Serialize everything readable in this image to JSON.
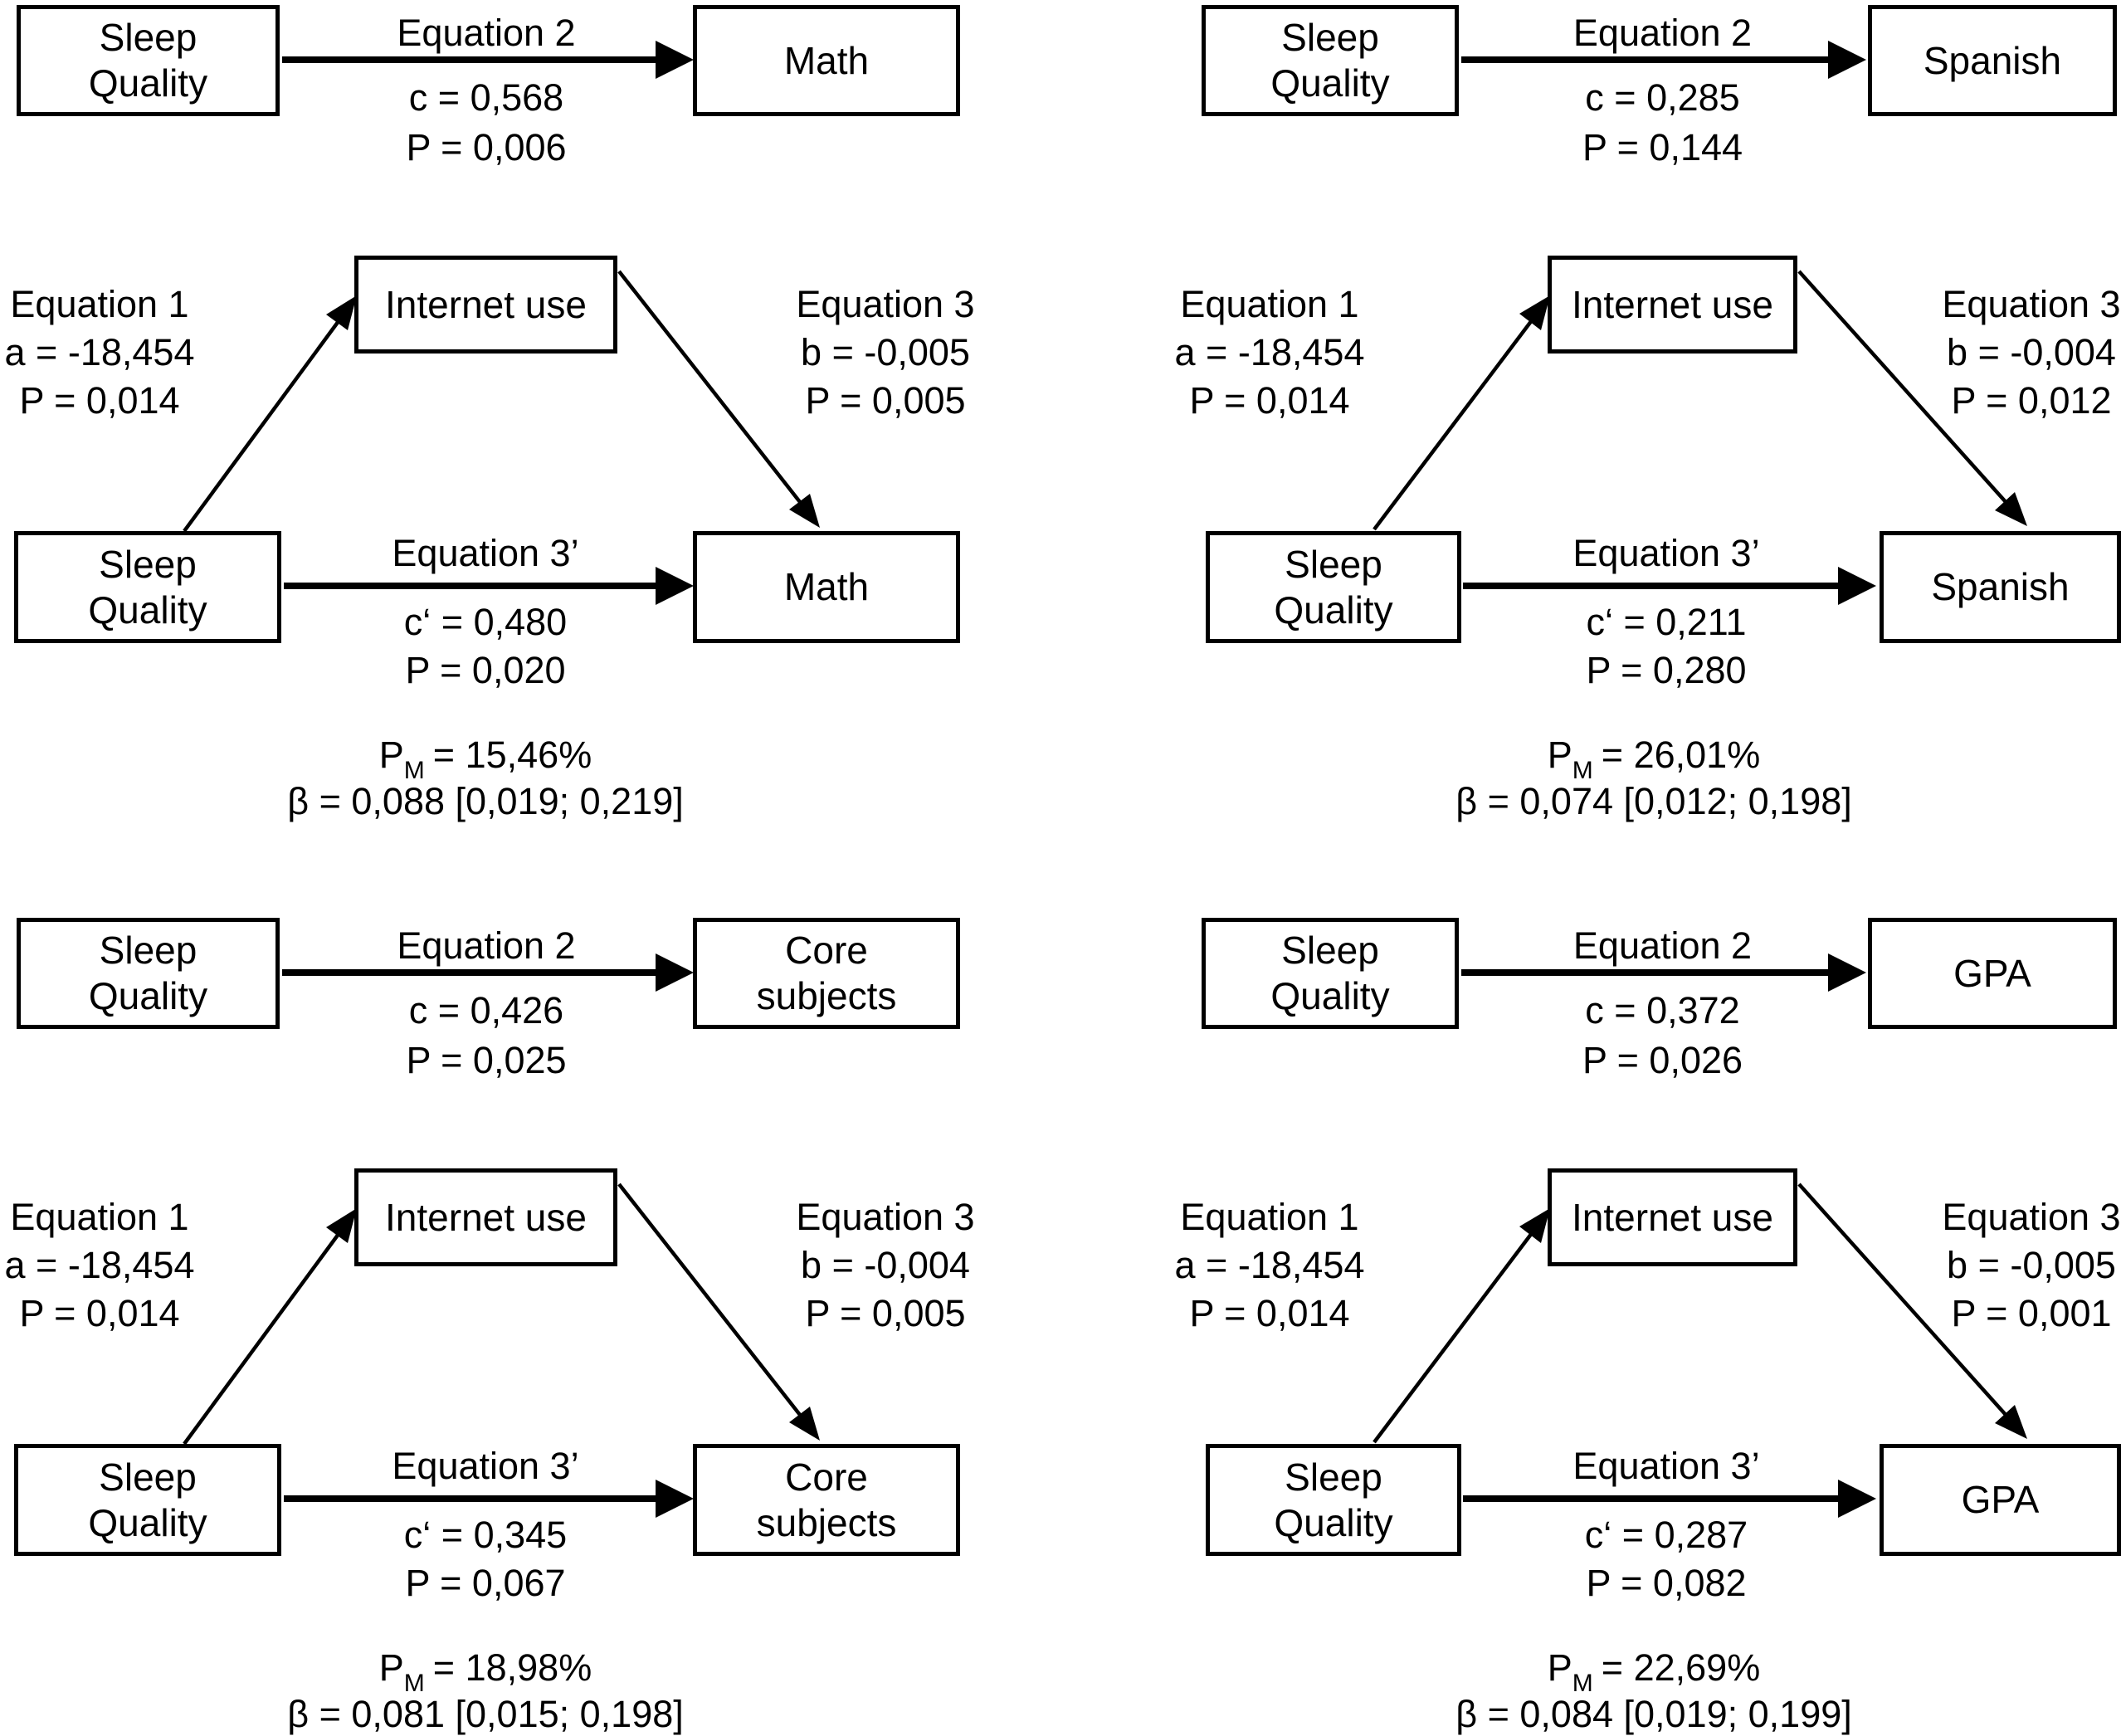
{
  "labels": {
    "sleep_line1": "Sleep",
    "sleep_line2": "Quality",
    "mediator": "Internet use",
    "pm_p": "P",
    "pm_sub": "M"
  },
  "figure": {
    "panels": [
      {
        "outcome_line1": "Math",
        "outcome_line2": "",
        "simple": {
          "equation": "Equation 2",
          "c": "c = 0,568",
          "p": "P = 0,006"
        },
        "eq1": {
          "title": "Equation 1",
          "a": "a = -18,454",
          "p": "P = 0,014"
        },
        "eq3": {
          "title": "Equation 3",
          "b": "b = -0,005",
          "p": "P = 0,005"
        },
        "eq3prime": {
          "title": "Equation 3’",
          "c": "c‘ = 0,480",
          "p": "P = 0,020"
        },
        "pm": "= 15,46%",
        "beta": "β = 0,088 [0,019; 0,219]"
      },
      {
        "outcome_line1": "Spanish",
        "outcome_line2": "",
        "simple": {
          "equation": "Equation 2",
          "c": "c = 0,285",
          "p": "P = 0,144"
        },
        "eq1": {
          "title": "Equation 1",
          "a": "a = -18,454",
          "p": "P = 0,014"
        },
        "eq3": {
          "title": "Equation 3",
          "b": "b = -0,004",
          "p": "P = 0,012"
        },
        "eq3prime": {
          "title": "Equation 3’",
          "c": "c‘ = 0,211",
          "p": "P = 0,280"
        },
        "pm": "= 26,01%",
        "beta": "β = 0,074 [0,012; 0,198]"
      },
      {
        "outcome_line1": "Core",
        "outcome_line2": "subjects",
        "simple": {
          "equation": "Equation 2",
          "c": "c = 0,426",
          "p": "P = 0,025"
        },
        "eq1": {
          "title": "Equation 1",
          "a": "a = -18,454",
          "p": "P = 0,014"
        },
        "eq3": {
          "title": "Equation 3",
          "b": "b = -0,004",
          "p": "P = 0,005"
        },
        "eq3prime": {
          "title": "Equation 3’",
          "c": "c‘ = 0,345",
          "p": "P = 0,067"
        },
        "pm": "= 18,98%",
        "beta": "β = 0,081 [0,015; 0,198]"
      },
      {
        "outcome_line1": "GPA",
        "outcome_line2": "",
        "simple": {
          "equation": "Equation 2",
          "c": "c = 0,372",
          "p": "P = 0,026"
        },
        "eq1": {
          "title": "Equation 1",
          "a": "a = -18,454",
          "p": "P = 0,014"
        },
        "eq3": {
          "title": "Equation 3",
          "b": "b = -0,005",
          "p": "P = 0,001"
        },
        "eq3prime": {
          "title": "Equation 3’",
          "c": "c‘ = 0,287",
          "p": "P = 0,082"
        },
        "pm": "= 22,69%",
        "beta": "β = 0,084 [0,019; 0,199]"
      }
    ]
  }
}
